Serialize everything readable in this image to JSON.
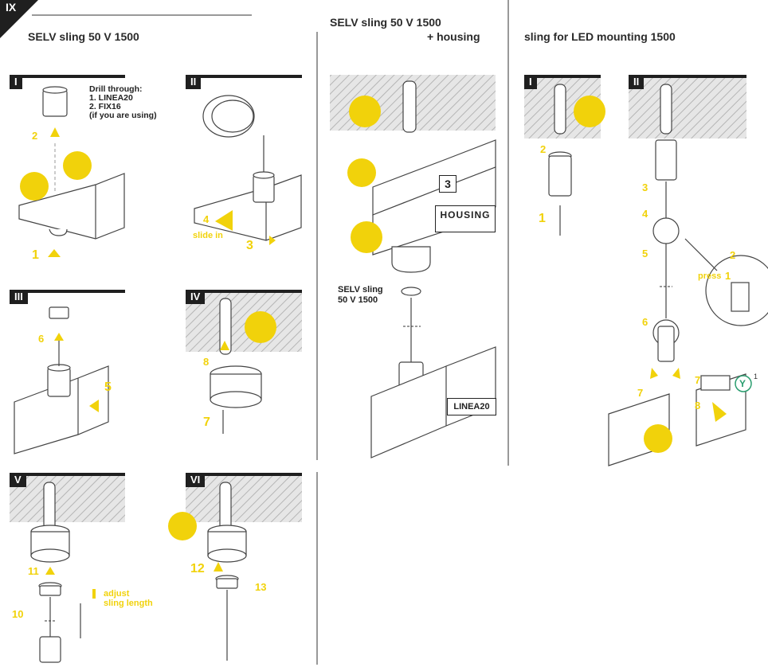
{
  "badge": "IX",
  "colors": {
    "yellow": "#f1d20b",
    "dark": "#1f1f1f",
    "hatch": "#9a9a9a",
    "line": "#444444"
  },
  "col1": {
    "title": "SELV sling 50 V 1500",
    "panels": {
      "I": {
        "tag": "I",
        "drill_label": "Drill through:",
        "drill_1": "1. LINEA20",
        "drill_2": "2. FIX16",
        "drill_3": "(if you are using)",
        "step_a": "2",
        "step_b": "1"
      },
      "II": {
        "tag": "II",
        "step_a": "4",
        "slide": "slide in",
        "step_b": "3"
      },
      "III": {
        "tag": "III",
        "step_a": "6",
        "step_b": "5"
      },
      "IV": {
        "tag": "IV",
        "step_a": "8",
        "step_b": "7"
      },
      "V": {
        "tag": "V",
        "step_a": "11",
        "step_b": "10",
        "adjust_1": "adjust",
        "adjust_2": "sling length"
      },
      "VI": {
        "tag": "VI",
        "step_a": "12",
        "step_b": "13"
      }
    }
  },
  "col2": {
    "title_1": "SELV sling 50 V 1500",
    "title_2": "+ housing",
    "box_3": "3",
    "housing": "HOUSING",
    "sling_1": "SELV sling",
    "sling_2": "50 V 1500",
    "linea": "LINEA20"
  },
  "col3": {
    "title": "sling for LED mounting 1500",
    "panel_I": {
      "tag": "I",
      "step_a": "2",
      "step_b": "1"
    },
    "panel_II": {
      "tag": "II",
      "s3": "3",
      "s4": "4",
      "s5": "5",
      "s6": "6",
      "s7": "7",
      "s8": "8",
      "s7b": "7",
      "press": "press",
      "p1": "1",
      "p2": "2",
      "y": "Y",
      "sup": "1"
    }
  }
}
